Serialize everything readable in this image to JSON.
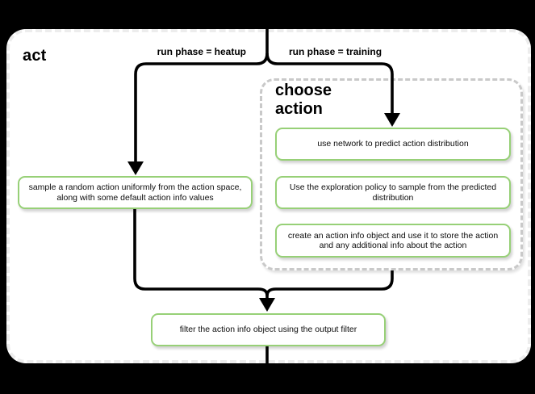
{
  "colors": {
    "background": "#000000",
    "container_fill": "#ffffff",
    "container_border": "#ededed",
    "group_border": "#c9c9c9",
    "node_border": "#97d077",
    "node_fill": "#ffffff",
    "connector": "#000000",
    "text": "#000000"
  },
  "container": {
    "title": "act"
  },
  "branches": {
    "heatup": {
      "label": "run phase = heatup"
    },
    "training": {
      "label": "run phase = training"
    }
  },
  "group": {
    "title": "choose\naction"
  },
  "nodes": {
    "sample_random_action": {
      "label": "sample a random action uniformly from the action space, along with some default action info values"
    },
    "use_network": {
      "label": "use network to predict action distribution"
    },
    "exploration_policy": {
      "label": "Use the exploration policy to sample from the predicted distribution"
    },
    "create_action_info": {
      "label": "create an action info object and use it to store the action and any additional info about the action"
    },
    "filter_output": {
      "label": "filter the action info object using the output filter"
    }
  }
}
